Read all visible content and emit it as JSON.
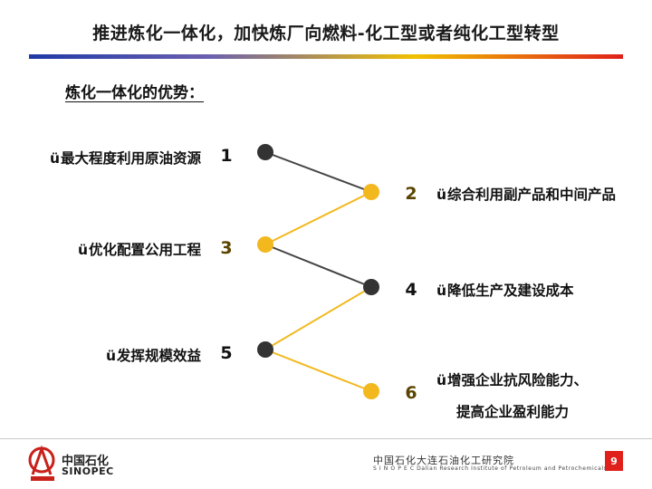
{
  "title": "推进炼化一体化，加快炼厂向燃料-化工型或者纯化工型转型",
  "subtitle": "炼化一体化的优势：",
  "check_mark": "ü",
  "items": [
    {
      "num": "1",
      "text": "最大程度利用原油资源",
      "side": "left",
      "color": "#333333"
    },
    {
      "num": "2",
      "text": "综合利用副产品和中间产品",
      "side": "right",
      "color": "#f2b81e"
    },
    {
      "num": "3",
      "text": "优化配置公用工程",
      "side": "left",
      "color": "#f2b81e"
    },
    {
      "num": "4",
      "text": "降低生产及建设成本",
      "side": "right",
      "color": "#333333"
    },
    {
      "num": "5",
      "text": "发挥规模效益",
      "side": "left",
      "color": "#333333"
    },
    {
      "num": "6",
      "text_line1": "增强企业抗风险能力、",
      "text_line2": "提高企业盈利能力",
      "side": "right",
      "color": "#f2b81e"
    }
  ],
  "footer": {
    "logo_cn": "中国石化",
    "logo_en": "SINOPEC",
    "institute_cn": "中国石化大连石油化工研究院",
    "institute_en": "S I N O P E C   Dalian Research Institute of Petroleum and Petrochemicals",
    "page": "9"
  },
  "colors": {
    "dark_node": "#333333",
    "gold_node": "#f2b81e",
    "page_badge": "#e0201a"
  }
}
